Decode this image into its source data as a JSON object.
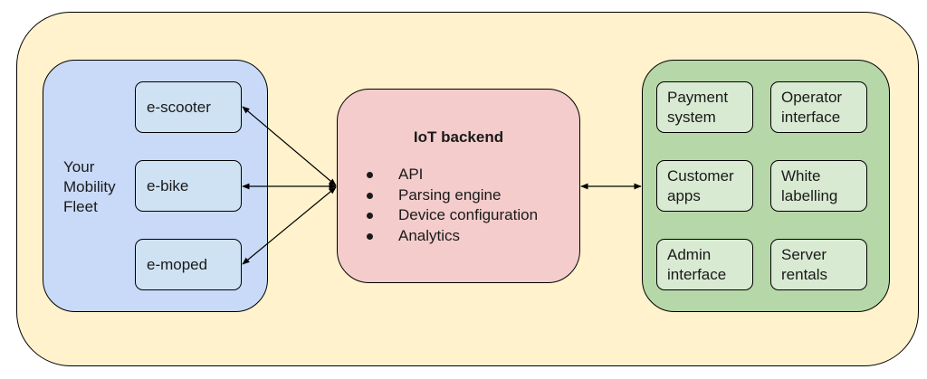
{
  "fleet": {
    "label": "Your\nMobility\nFleet",
    "vehicles": [
      {
        "label": "e-scooter"
      },
      {
        "label": "e-bike"
      },
      {
        "label": "e-moped"
      }
    ]
  },
  "backend": {
    "title": "IoT backend",
    "features": [
      "API",
      "Parsing engine",
      "Device configuration",
      "Analytics"
    ]
  },
  "services": {
    "items": [
      {
        "label": "Payment\nsystem"
      },
      {
        "label": "Operator\ninterface"
      },
      {
        "label": "Customer\napps"
      },
      {
        "label": "White\nlabelling"
      },
      {
        "label": "Admin\ninterface"
      },
      {
        "label": "Server\nrentals"
      }
    ]
  },
  "colors": {
    "outer": "#fff2cc",
    "fleet": "#c9daf8",
    "vehicle": "#cfe2f3",
    "backend": "#f4cccc",
    "services": "#b6d7a8",
    "service_item": "#d9ead3"
  }
}
